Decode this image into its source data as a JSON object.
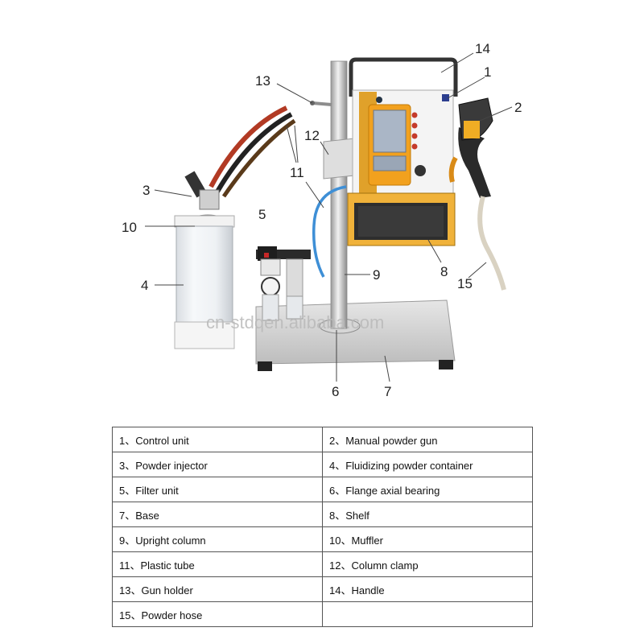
{
  "watermark": "cn-stdqen.alibaba.com",
  "callouts": [
    {
      "id": "14",
      "text": "14"
    },
    {
      "id": "1",
      "text": "1"
    },
    {
      "id": "13",
      "text": "13"
    },
    {
      "id": "2",
      "text": "2"
    },
    {
      "id": "12",
      "text": "12"
    },
    {
      "id": "11",
      "text": "11"
    },
    {
      "id": "3",
      "text": "3"
    },
    {
      "id": "5",
      "text": "5"
    },
    {
      "id": "10",
      "text": "10"
    },
    {
      "id": "9",
      "text": "9"
    },
    {
      "id": "8",
      "text": "8"
    },
    {
      "id": "4",
      "text": "4"
    },
    {
      "id": "15",
      "text": "15"
    },
    {
      "id": "6",
      "text": "6"
    },
    {
      "id": "7",
      "text": "7"
    }
  ],
  "legend": [
    [
      "1、Control unit",
      "2、Manual powder gun"
    ],
    [
      "3、Powder injector",
      "4、Fluidizing powder container"
    ],
    [
      "5、Filter unit",
      "6、Flange axial bearing"
    ],
    [
      "7、Base",
      "8、Shelf"
    ],
    [
      "9、Upright column",
      "10、Muffler"
    ],
    [
      "11、Plastic tube",
      "12、Column clamp"
    ],
    [
      "13、Gun holder",
      "14、Handle"
    ],
    [
      "15、Powder hose",
      ""
    ]
  ]
}
